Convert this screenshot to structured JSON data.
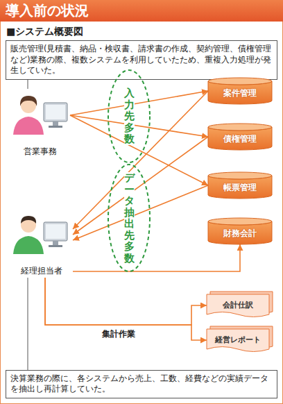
{
  "diagram": {
    "title": "導入前の状況",
    "nodes": [
      {
        "text": [
          "販売管理(見積書、納品・検収書、請求書の作成、契約管理、債権管理など)業務の際、複数システムを利用していたため、重複入力処理が発生していた。"
        ]
      },
      {
        "text": [
          "営業事務"
        ]
      },
      {
        "text": [
          "入力先多数"
        ]
      },
      {
        "text": [
          "案件管理"
        ]
      },
      {
        "text": [
          "債権管理"
        ]
      },
      {
        "text": [
          "帳票管理"
        ]
      },
      {
        "text": [
          "データ抽出先多数"
        ]
      },
      {
        "text": [
          "経理担当者"
        ]
      },
      {
        "text": [
          "財務会計"
        ]
      },
      {
        "text": [
          "会計仕訳"
        ]
      },
      {
        "text": [
          "経営レポート"
        ]
      },
      {
        "text": [
          "決算業務の際に、各システムから売上、工数、経費などの実績データを抽出し再計算していた。"
        ]
      }
    ],
    "edges": [
      {
        "from": 0,
        "to": 1,
        "arrow": "none"
      },
      {
        "from": 1,
        "to": 3,
        "arrow": "to"
      },
      {
        "from": 1,
        "to": 4,
        "arrow": "to"
      },
      {
        "from": 1,
        "to": 5,
        "arrow": "to"
      },
      {
        "from": 3,
        "to": 7,
        "arrow": "to"
      },
      {
        "from": 4,
        "to": 7,
        "arrow": "to"
      },
      {
        "from": 5,
        "to": 7,
        "arrow": "to"
      },
      {
        "from": 7,
        "to": 8,
        "arrow": "to"
      },
      {
        "from": 7,
        "to": 9,
        "arrow": "to",
        "label": "集計作業"
      },
      {
        "from": 7,
        "to": 10,
        "arrow": "to"
      },
      {
        "from": 11,
        "to": 7,
        "arrow": "none"
      }
    ],
    "labels": [
      "■システム概要図"
    ]
  }
}
